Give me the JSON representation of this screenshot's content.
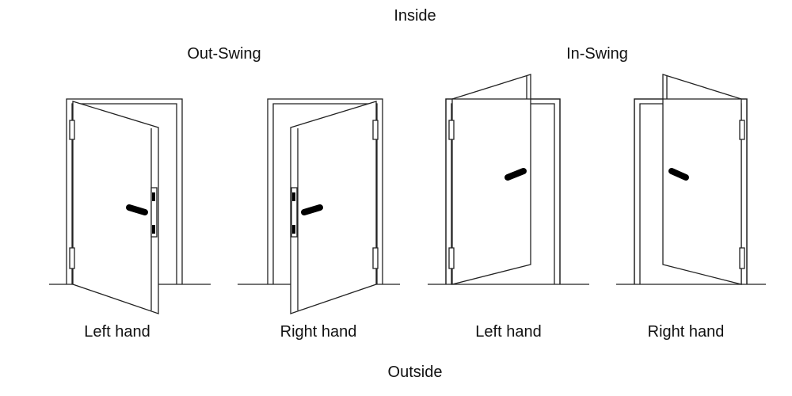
{
  "labels": {
    "top": "Inside",
    "bottom": "Outside",
    "out_swing": "Out-Swing",
    "in_swing": "In-Swing"
  },
  "doors": [
    {
      "caption": "Left hand",
      "swing": "out",
      "hand": "left"
    },
    {
      "caption": "Right hand",
      "swing": "out",
      "hand": "right"
    },
    {
      "caption": "Left hand",
      "swing": "in",
      "hand": "left"
    },
    {
      "caption": "Right hand",
      "swing": "in",
      "hand": "right"
    }
  ],
  "colors": {
    "line": "#222222",
    "hardware": "#000000",
    "background": "#ffffff"
  }
}
